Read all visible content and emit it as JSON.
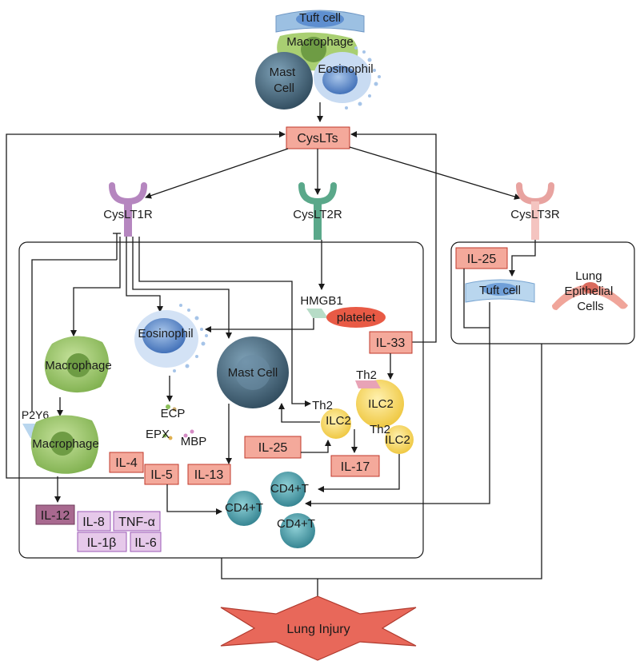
{
  "colors": {
    "red_box_fill": "#f4a99b",
    "red_box_stroke": "#c0392b",
    "purple_box_fill": "#e6c9ea",
    "purple_box_stroke": "#9b59b6",
    "dark_purple_fill": "#a8698f",
    "injury_fill": "#e8685a",
    "receptor1": "#b586bf",
    "receptor2": "#5aa88a",
    "receptor3": "#e8a3a0",
    "macrophage": "#9cc76b",
    "eosinophil": "#3f6fb8",
    "mast_cell": "#3f5f73",
    "ilc2": "#f2d25a",
    "cd4t": "#3f8f9c",
    "tuft": "#8cb4dc"
  },
  "top_cells": {
    "tuft": "Tuft cell",
    "macrophage": "Macrophage",
    "mast": "Mast\nCell",
    "eosinophil": "Eosinophil"
  },
  "cyslts": "CysLTs",
  "receptors": {
    "r1": "CysLT1R",
    "r2": "CysLT2R",
    "r3": "CysLT3R"
  },
  "left_panel": {
    "macrophage1": "Macrophage",
    "p2y6": "P2Y6",
    "macrophage2": "Macrophage",
    "eosinophil": "Eosinophil",
    "ecp": "ECP",
    "epx": "EPX",
    "mbp": "MBP",
    "mast_cell": "Mast Cell",
    "hmgb1": "HMGB1",
    "platelet": "platelet",
    "il33": "IL-33",
    "th2_a": "Th2",
    "ilc2_a": "ILC2",
    "th2_b": "Th2",
    "ilc2_b": "ILC2",
    "th2_c": "Th2",
    "ilc2_c": "ILC2",
    "il25": "IL-25",
    "il17": "IL-17",
    "il4": "IL-4",
    "il5": "IL-5",
    "il13": "IL-13",
    "il12": "IL-12",
    "il8": "IL-8",
    "tnfa": "TNF-α",
    "il1b": "IL-1β",
    "il6": "IL-6",
    "cd4t_a": "CD4+T",
    "cd4t_b": "CD4+T",
    "cd4t_c": "CD4+T"
  },
  "right_panel": {
    "il25": "IL-25",
    "tuft": "Tuft cell",
    "lung": "Lung\nEpithelial\nCells"
  },
  "injury": "Lung Injury"
}
